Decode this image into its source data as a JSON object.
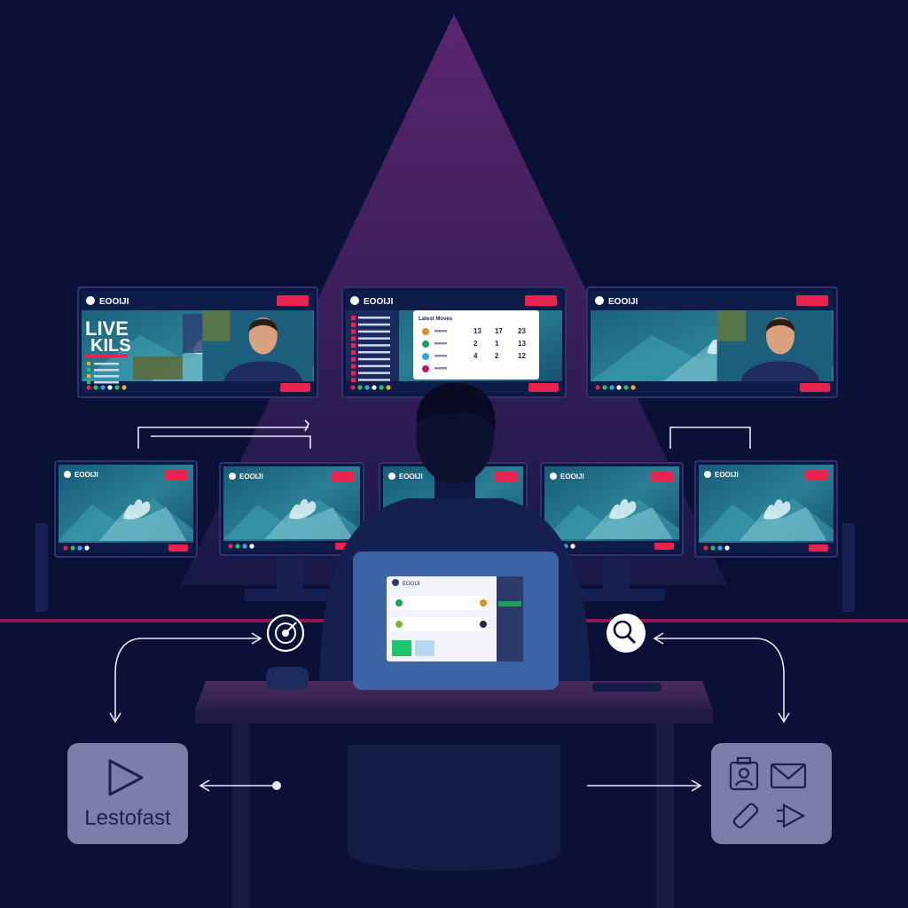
{
  "colors": {
    "background": "#0b1136",
    "spotlight": "#5a2466",
    "accent_red": "#e8234f",
    "screen_teal": "#1e6f86",
    "laptop_blue": "#3d62a6",
    "panel_grey": "#7a7ea8"
  },
  "monitors_top": [
    {
      "brand": "EOOIJI",
      "hero_line1": "LIVE",
      "hero_line2": "KILS",
      "type": "stream"
    },
    {
      "brand": "EOOIJI",
      "panel_title": "Latest Moves",
      "type": "table"
    },
    {
      "brand": "EOOIJI",
      "type": "stream"
    }
  ],
  "monitors_bottom": [
    {
      "brand": "EOOIJI"
    },
    {
      "brand": "EOOIJI"
    },
    {
      "brand": "EOOIJI"
    },
    {
      "brand": "EOOIJI"
    },
    {
      "brand": "EOOIJI"
    }
  ],
  "table_rows": [
    {
      "c1": "13",
      "c2": "17",
      "c3": "23"
    },
    {
      "c1": "2",
      "c2": "1",
      "c3": "13"
    },
    {
      "c1": "4",
      "c2": "2",
      "c3": "12"
    }
  ],
  "laptop": {
    "brand": "EOOIJI"
  },
  "left_panel": {
    "label": "Lestofast",
    "icon": "play-icon"
  },
  "right_panel": {
    "icons": [
      "id-card-icon",
      "mail-icon",
      "usb-stick-icon",
      "forward-icon"
    ]
  },
  "circle_icons": [
    "radar-icon",
    "search-icon"
  ]
}
